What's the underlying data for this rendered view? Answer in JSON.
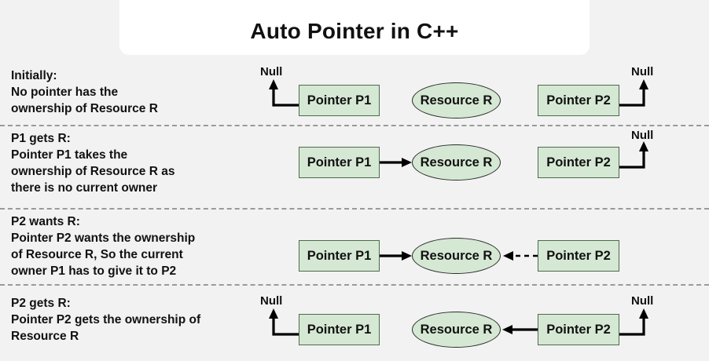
{
  "title": {
    "text": "Auto Pointer in C++"
  },
  "labels": {
    "pointer_p1": "Pointer P1",
    "pointer_p2": "Pointer P2",
    "resource_r": "Resource R",
    "null": "Null"
  },
  "colors": {
    "page_background": "#f2f2f2",
    "card_background": "#ffffff",
    "node_fill": "#d5e8d4",
    "box_stroke": "#4b6b48",
    "ellipse_stroke": "#2b2b2b",
    "edge_stroke": "#000000",
    "divider": "#9a9a9a",
    "text": "#111111"
  },
  "rows": [
    {
      "id": "initially",
      "heading": "Initially:",
      "body_lines": [
        "No pointer has the",
        "ownership of Resource R"
      ],
      "diagram": {
        "p1_target": "null",
        "p2_target": "null",
        "p1_edge_style": "solid",
        "p2_edge_style": "solid",
        "p1_null_label": "Null",
        "p2_null_label": "Null"
      }
    },
    {
      "id": "p1-gets-r",
      "heading": "P1 gets R:",
      "body_lines": [
        "Pointer P1 takes the",
        "ownership of Resource R as",
        "there is no current owner"
      ],
      "diagram": {
        "p1_target": "resource",
        "p2_target": "null",
        "p1_edge_style": "solid",
        "p2_edge_style": "solid",
        "p1_null_label": "",
        "p2_null_label": "Null"
      }
    },
    {
      "id": "p2-wants-r",
      "heading": "P2 wants R:",
      "body_lines": [
        "Pointer P2 wants the ownership",
        "of Resource R, So the current",
        "owner P1 has to give it to P2"
      ],
      "diagram": {
        "p1_target": "resource",
        "p2_target": "resource",
        "p1_edge_style": "solid",
        "p2_edge_style": "dashed",
        "p1_null_label": "",
        "p2_null_label": ""
      }
    },
    {
      "id": "p2-gets-r",
      "heading": "P2 gets R:",
      "body_lines": [
        "Pointer P2 gets the ownership of",
        "Resource R"
      ],
      "diagram": {
        "p1_target": "null",
        "p2_target": "resource",
        "p1_edge_style": "solid",
        "p2_edge_style": "solid",
        "p1_null_label": "Null",
        "p2_null_label": "Null"
      }
    }
  ]
}
